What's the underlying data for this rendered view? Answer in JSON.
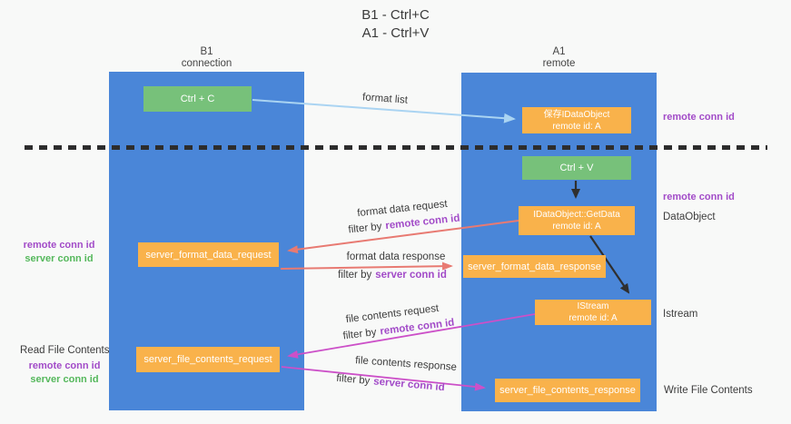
{
  "title": {
    "line1": "B1 - Ctrl+C",
    "line2": "A1 - Ctrl+V"
  },
  "lanes": {
    "left": {
      "name": "B1",
      "role": "connection"
    },
    "right": {
      "name": "A1",
      "role": "remote"
    }
  },
  "nodes": {
    "ctrl_c": {
      "label": "Ctrl + C"
    },
    "ctrl_v": {
      "label": "Ctrl + V"
    },
    "save_dataobject": {
      "line1": "保存IDataObject",
      "line2": "remote id: A"
    },
    "getdata": {
      "line1": "IDataObject::GetData",
      "line2": "remote id: A"
    },
    "istream": {
      "line1": "IStream",
      "line2": "remote id: A"
    },
    "server_format_data_request": {
      "label": "server_format_data_request"
    },
    "server_format_data_response": {
      "label": "server_format_data_response"
    },
    "server_file_contents_request": {
      "label": "server_file_contents_request"
    },
    "server_file_contents_response": {
      "label": "server_file_contents_response"
    }
  },
  "edges": {
    "format_list": {
      "label": "format list"
    },
    "format_data_request": {
      "label": "format data request",
      "filter_prefix": "filter by",
      "filter_key": "remote conn id"
    },
    "format_data_response": {
      "label": "format data response",
      "filter_prefix": "filter by",
      "filter_key": "server conn id"
    },
    "file_contents_request": {
      "label": "file contents request",
      "filter_prefix": "filter by",
      "filter_key": "remote conn id"
    },
    "file_contents_response": {
      "label": "file contents response",
      "filter_prefix": "filter by",
      "filter_key": "server conn id"
    }
  },
  "annotations": {
    "remote_conn_id_top": "remote conn id",
    "remote_conn_id_ctrl_v": "remote conn id",
    "dataobject": "DataObject",
    "istream": "Istream",
    "write_file_contents": "Write File Contents",
    "read_file_contents": "Read File Contents",
    "format_ids": {
      "remote": "remote conn id",
      "server": "server conn id"
    },
    "file_ids": {
      "remote": "remote conn id",
      "server": "server conn id"
    }
  },
  "colors": {
    "lane_blue": "#4a86d8",
    "node_orange": "#f9b24b",
    "node_green": "#77c17a",
    "remote_conn_id_text": "#a24bc8",
    "server_conn_id_text": "#55b85c",
    "filter_highlight": "#a24bc8",
    "arrow_format_list": "#aad4f2",
    "arrow_format": "#e87a72",
    "arrow_file": "#cc50c8",
    "arrow_black": "#2f2f2f",
    "dashed_boundary": "#2d2d2d",
    "background": "#f8f9f8"
  }
}
